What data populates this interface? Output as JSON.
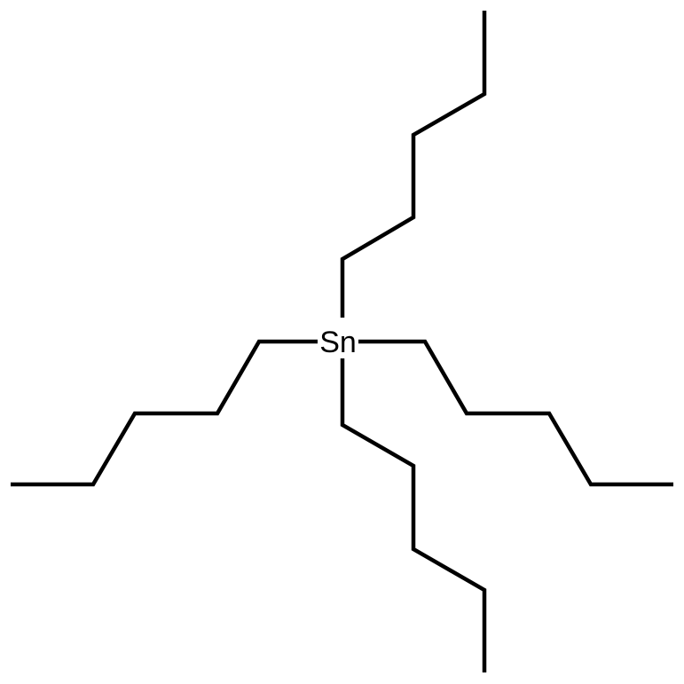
{
  "molecule": {
    "central_atom": "Sn",
    "chains": [
      {
        "name": "pentyl-up"
      },
      {
        "name": "pentyl-left"
      },
      {
        "name": "pentyl-right"
      },
      {
        "name": "pentyl-down"
      }
    ]
  },
  "colors": {
    "bond": "#000000",
    "background": "#ffffff"
  }
}
